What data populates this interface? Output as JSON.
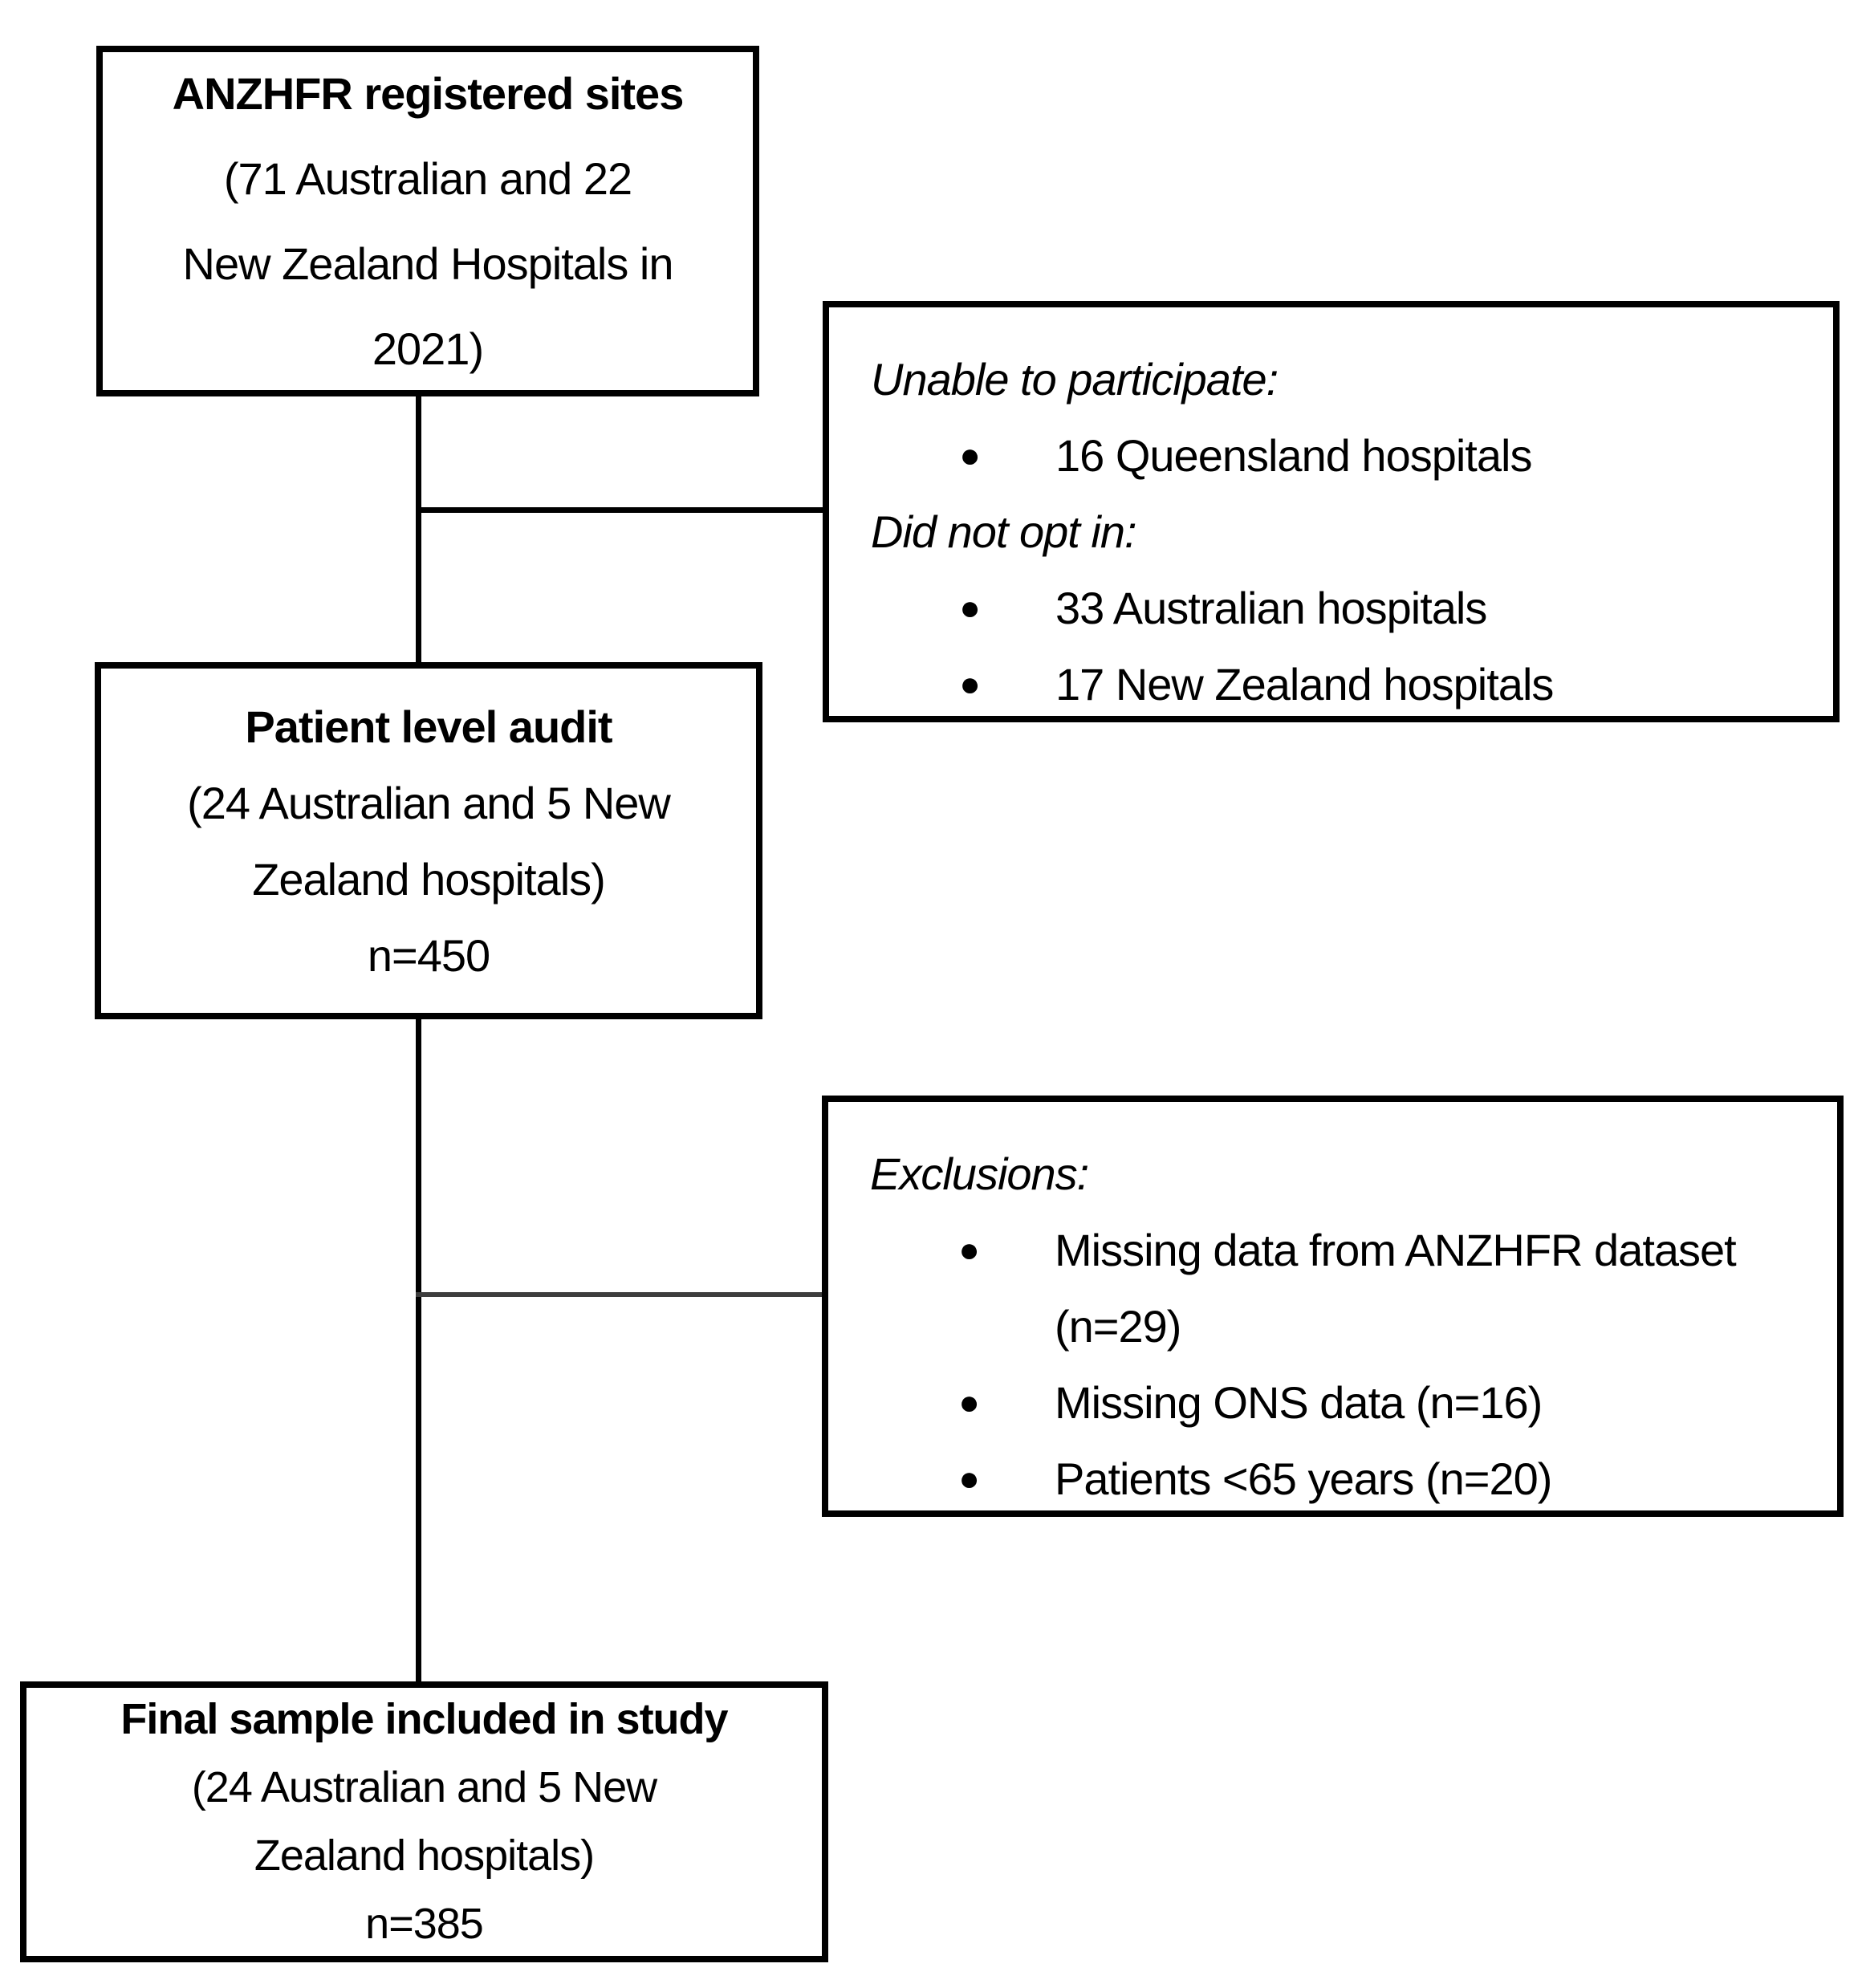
{
  "colors": {
    "border": "#000000",
    "text": "#000000",
    "background": "#ffffff",
    "connector": "#000000",
    "connector_gray": "#3d3d3d"
  },
  "bullet_glyph": "●",
  "boxes": {
    "registered_sites": {
      "title": "ANZHFR registered sites",
      "line1": "(71 Australian and 22",
      "line2": "New Zealand Hospitals in",
      "line3": "2021)"
    },
    "unable_to_participate": {
      "heading1": "Unable to participate:",
      "bullet1": "16 Queensland hospitals",
      "heading2": "Did not opt in:",
      "bullet2": "33 Australian hospitals",
      "bullet3": "17 New Zealand hospitals"
    },
    "patient_level_audit": {
      "title": "Patient level audit",
      "line1": "(24 Australian and 5 New",
      "line2": "Zealand hospitals)",
      "count": "n=450"
    },
    "exclusions": {
      "heading": "Exclusions:",
      "bullet1_line1": "Missing data from ANZHFR dataset",
      "bullet1_line2": "(n=29)",
      "bullet2": "Missing ONS data (n=16)",
      "bullet3": "Patients <65 years (n=20)"
    },
    "final_sample": {
      "title": "Final sample included in study",
      "line1": "(24 Australian and 5 New",
      "line2": "Zealand hospitals)",
      "count": "n=385"
    }
  }
}
